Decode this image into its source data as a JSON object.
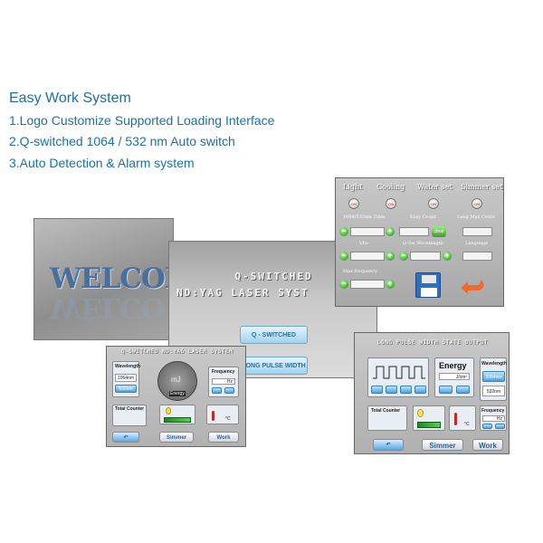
{
  "header": {
    "title": "Easy Work System",
    "features": [
      "1.Logo Customize Supported Loading Interface",
      "2.Q-switched 1064 / 532 nm Auto switch",
      "3.Auto Detection  & Alarm system"
    ]
  },
  "welcome_screen": {
    "text": "WELCOME"
  },
  "mode_screen": {
    "title_line1": "Q-SWITCHED",
    "title_line2": "ND:YAG LASER SYST",
    "buttons": [
      "Q - SWITCHED",
      "LONG PULSE WIDTH"
    ]
  },
  "settings_screen": {
    "toggles": [
      {
        "label": "Light",
        "state": "ON"
      },
      {
        "label": "Cooling",
        "state": "ON"
      },
      {
        "label": "Water set",
        "state": "ON"
      },
      {
        "label": "Simmer set",
        "state": "ON"
      }
    ],
    "field_labels": [
      "1064/532nm Time",
      "Easy Count",
      "Long Max Count",
      "Vhe",
      "Q-Sw  Wavelength",
      "Language",
      "Max frequency"
    ],
    "clear_label": "clear"
  },
  "qs_screen": {
    "title": "Q-SWITCHED ND:YAG LASER SYSTEM",
    "wavelength_label": "Wavelength",
    "wavelength_options": [
      "1064nm",
      "532nm"
    ],
    "energy_unit": "mJ",
    "energy_label": "Energy",
    "frequency_label": "Frequency",
    "frequency_unit": "Hz",
    "total_counter_label": "Total Counter",
    "temp_unit": "°C",
    "buttons": {
      "simmer": "Simmer",
      "work": "Work"
    }
  },
  "lp_screen": {
    "title": "LONG PULSE WIDTH STATE OUTPUT",
    "energy_label": "Energy",
    "energy_unit": "J/cm²",
    "wavelength_label": "Wavelength",
    "wavelength_options": [
      "1064nm",
      "532nm"
    ],
    "frequency_label": "Frequency",
    "frequency_unit": "Hz",
    "total_counter_label": "Total Counter",
    "temp_unit": "°C",
    "buttons": {
      "simmer": "Simmer",
      "work": "Work"
    }
  },
  "colors": {
    "heading_blue": "#1c6fa6",
    "button_blue": "#4fa1de",
    "green": "#3fae2a"
  }
}
